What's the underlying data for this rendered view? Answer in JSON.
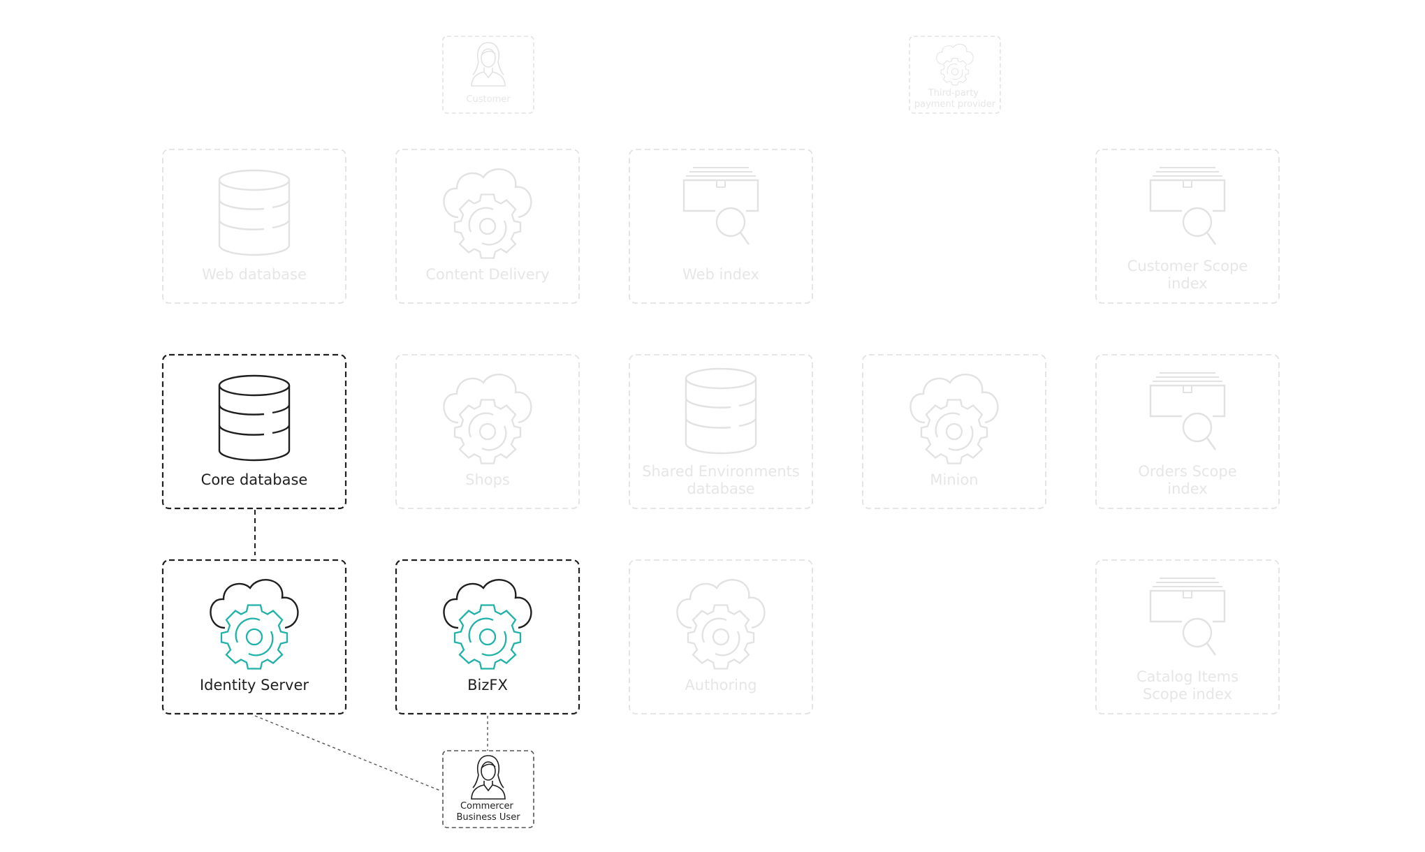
{
  "diagram": {
    "colors": {
      "active": "#1f1f1f",
      "faded": "#e2e2e2",
      "faded_text": "#e6e6e6",
      "accent": "#1fb2a8"
    },
    "nodes": {
      "customer": {
        "label_lines": [
          "Customer"
        ],
        "icon": "person-icon",
        "state": "faded"
      },
      "payment": {
        "label_lines": [
          "Third-party",
          "payment provider"
        ],
        "icon": "cloud-gear-icon",
        "state": "faded"
      },
      "web_db": {
        "label_lines": [
          "Web database"
        ],
        "icon": "database-icon",
        "state": "faded"
      },
      "content_delivery": {
        "label_lines": [
          "Content Delivery"
        ],
        "icon": "cloud-gear-icon",
        "state": "faded"
      },
      "web_index": {
        "label_lines": [
          "Web index"
        ],
        "icon": "search-index-icon",
        "state": "faded"
      },
      "customer_scope_index": {
        "label_lines": [
          "Customer Scope",
          "index"
        ],
        "icon": "search-index-icon",
        "state": "faded"
      },
      "core_db": {
        "label_lines": [
          "Core database"
        ],
        "icon": "database-icon",
        "state": "active"
      },
      "shops": {
        "label_lines": [
          "Shops"
        ],
        "icon": "cloud-gear-icon",
        "state": "faded"
      },
      "shared_env_db": {
        "label_lines": [
          "Shared Environments",
          "database"
        ],
        "icon": "database-icon",
        "state": "faded"
      },
      "minion": {
        "label_lines": [
          "Minion"
        ],
        "icon": "cloud-gear-icon",
        "state": "faded"
      },
      "orders_scope_index": {
        "label_lines": [
          "Orders Scope",
          "index"
        ],
        "icon": "search-index-icon",
        "state": "faded"
      },
      "identity_server": {
        "label_lines": [
          "Identity Server"
        ],
        "icon": "cloud-gear-icon",
        "state": "active"
      },
      "bizfx": {
        "label_lines": [
          "BizFX"
        ],
        "icon": "cloud-gear-icon",
        "state": "active"
      },
      "authoring": {
        "label_lines": [
          "Authoring"
        ],
        "icon": "cloud-gear-icon",
        "state": "faded"
      },
      "catalog_items_scope_index": {
        "label_lines": [
          "Catalog Items",
          "Scope index"
        ],
        "icon": "search-index-icon",
        "state": "faded"
      },
      "business_user": {
        "label_lines": [
          "Commercer",
          "Business User"
        ],
        "icon": "person-icon",
        "state": "active"
      }
    },
    "edges": [
      {
        "from": "core_db",
        "to": "identity_server"
      },
      {
        "from": "identity_server",
        "to": "business_user"
      },
      {
        "from": "bizfx",
        "to": "business_user"
      }
    ]
  }
}
